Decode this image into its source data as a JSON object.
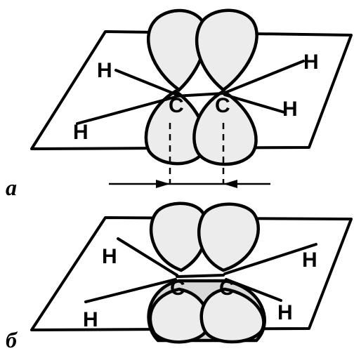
{
  "panels": [
    {
      "label": "а",
      "atoms": {
        "carbon_left": "C",
        "carbon_right": "C",
        "h_top_left": "H",
        "h_bottom_left": "H",
        "h_top_right": "H",
        "h_bottom_right": "H"
      }
    },
    {
      "label": "б",
      "atoms": {
        "carbon_left": "C",
        "carbon_right": "C",
        "h_top_left": "H",
        "h_bottom_left": "H",
        "h_top_right": "H",
        "h_bottom_right": "H"
      }
    }
  ]
}
